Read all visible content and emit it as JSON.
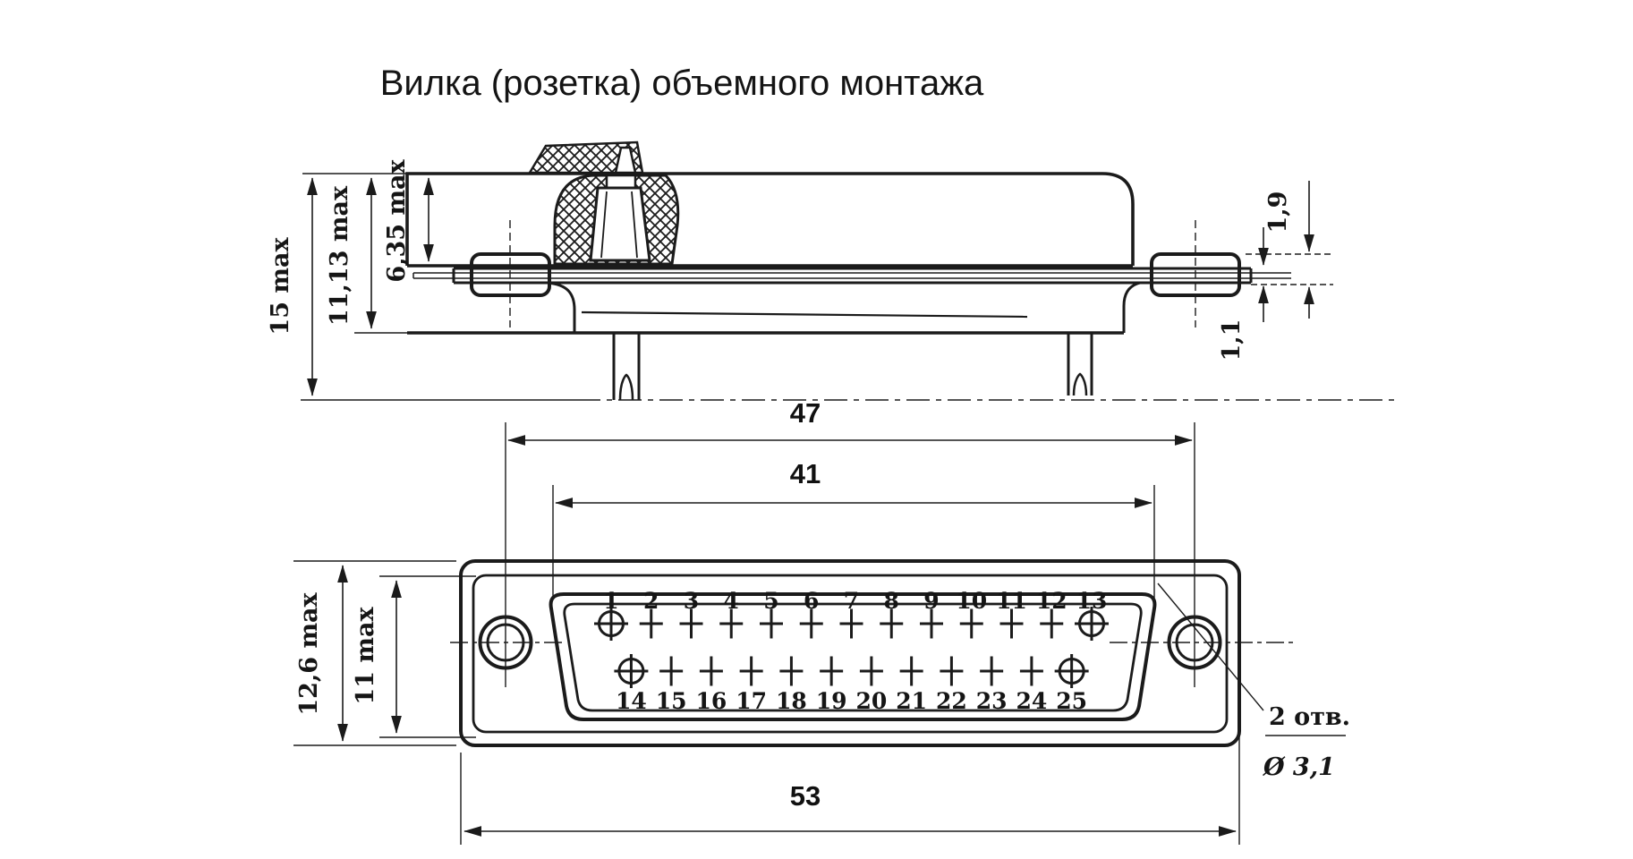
{
  "title": "Вилка (розетка) объемного монтажа",
  "side_view": {
    "dim_height_total": "15 max",
    "dim_height_body": "11,13 max",
    "dim_height_upper": "6,35 max",
    "dim_tail_offset": "1,9",
    "dim_board_thickness": "1,1"
  },
  "front_view": {
    "dim_hole_spacing": "47",
    "dim_insert_width": "41",
    "dim_body_length": "53",
    "dim_height_total": "12,6 max",
    "dim_insert_height": "11 max",
    "note_holes_count": "2 отв.",
    "note_holes_diameter": "Ø 3,1",
    "pins": {
      "top_row": [
        "1",
        "2",
        "3",
        "4",
        "5",
        "6",
        "7",
        "8",
        "9",
        "10",
        "11",
        "12",
        "13"
      ],
      "bottom_row": [
        "14",
        "15",
        "16",
        "17",
        "18",
        "19",
        "20",
        "21",
        "22",
        "23",
        "24",
        "25"
      ]
    }
  }
}
